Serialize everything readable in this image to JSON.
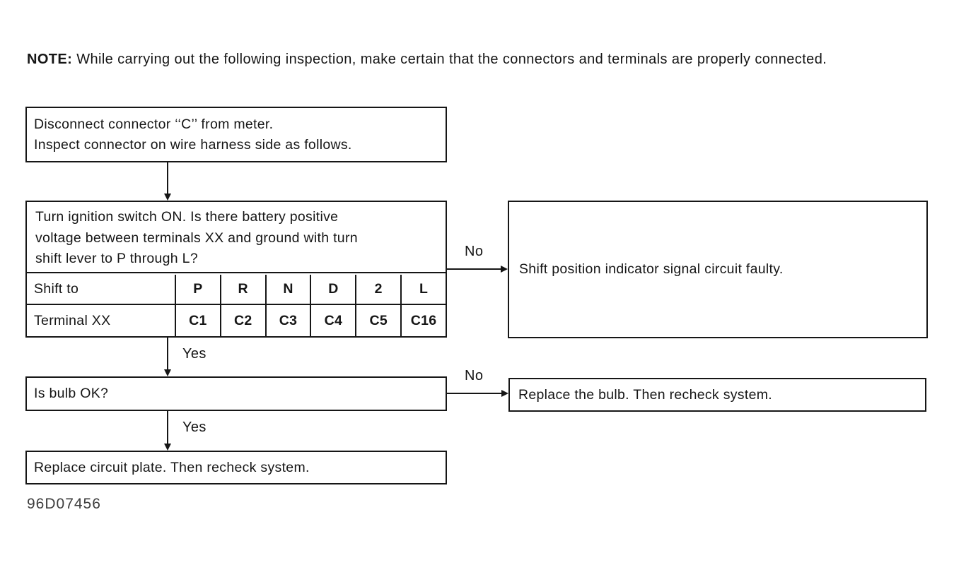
{
  "note": {
    "label": "NOTE:",
    "text": "While carrying out the following inspection, make certain that the connectors and terminals are properly connected."
  },
  "flowchart": {
    "step1": {
      "lines": [
        "Disconnect connector ‘‘C’’ from meter.",
        "Inspect connector on wire harness side as follows."
      ]
    },
    "step2": {
      "question_lines": [
        "Turn ignition switch ON. Is there battery positive",
        "voltage between terminals XX and ground with turn",
        "shift lever to P through L?"
      ],
      "table": {
        "rows": [
          {
            "header": "Shift to",
            "cells": [
              "P",
              "R",
              "N",
              "D",
              "2",
              "L"
            ]
          },
          {
            "header": "Terminal XX",
            "cells": [
              "C1",
              "C2",
              "C3",
              "C4",
              "C5",
              "C16"
            ]
          }
        ]
      },
      "no_label": "No",
      "yes_label": "Yes",
      "no_result": "Shift position indicator signal circuit faulty."
    },
    "step3": {
      "question": "Is bulb OK?",
      "no_label": "No",
      "yes_label": "Yes",
      "no_result": "Replace the bulb. Then recheck system."
    },
    "step4": {
      "text": "Replace circuit plate. Then recheck system."
    }
  },
  "doc_code": "96D07456",
  "colors": {
    "ink": "#161616",
    "background": "#ffffff"
  }
}
